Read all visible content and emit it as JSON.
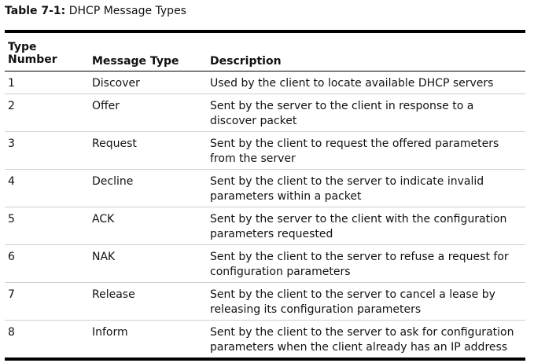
{
  "caption": {
    "number": "Table 7-1:",
    "title": "DHCP Message Types"
  },
  "table": {
    "headers": {
      "type_number": "Type Number",
      "message_type": "Message Type",
      "description": "Description"
    },
    "rows": [
      {
        "number": "1",
        "type": "Discover",
        "description": "Used by the client to locate available DHCP servers"
      },
      {
        "number": "2",
        "type": "Offer",
        "description": "Sent by the server to the client in response to a discover packet"
      },
      {
        "number": "3",
        "type": "Request",
        "description": "Sent by the client to request the offered parameters from the server"
      },
      {
        "number": "4",
        "type": "Decline",
        "description": "Sent by the client to the server to indicate invalid parameters within a packet"
      },
      {
        "number": "5",
        "type": "ACK",
        "description": "Sent by the server to the client with the configuration parameters requested"
      },
      {
        "number": "6",
        "type": "NAK",
        "description": "Sent by the client to the server to refuse a request for configuration parameters"
      },
      {
        "number": "7",
        "type": "Release",
        "description": "Sent by the client to the server to cancel a lease by releasing its configuration parameters"
      },
      {
        "number": "8",
        "type": "Inform",
        "description": "Sent by the client to the server to ask for configuration parameters when the client already has an IP address"
      }
    ]
  }
}
